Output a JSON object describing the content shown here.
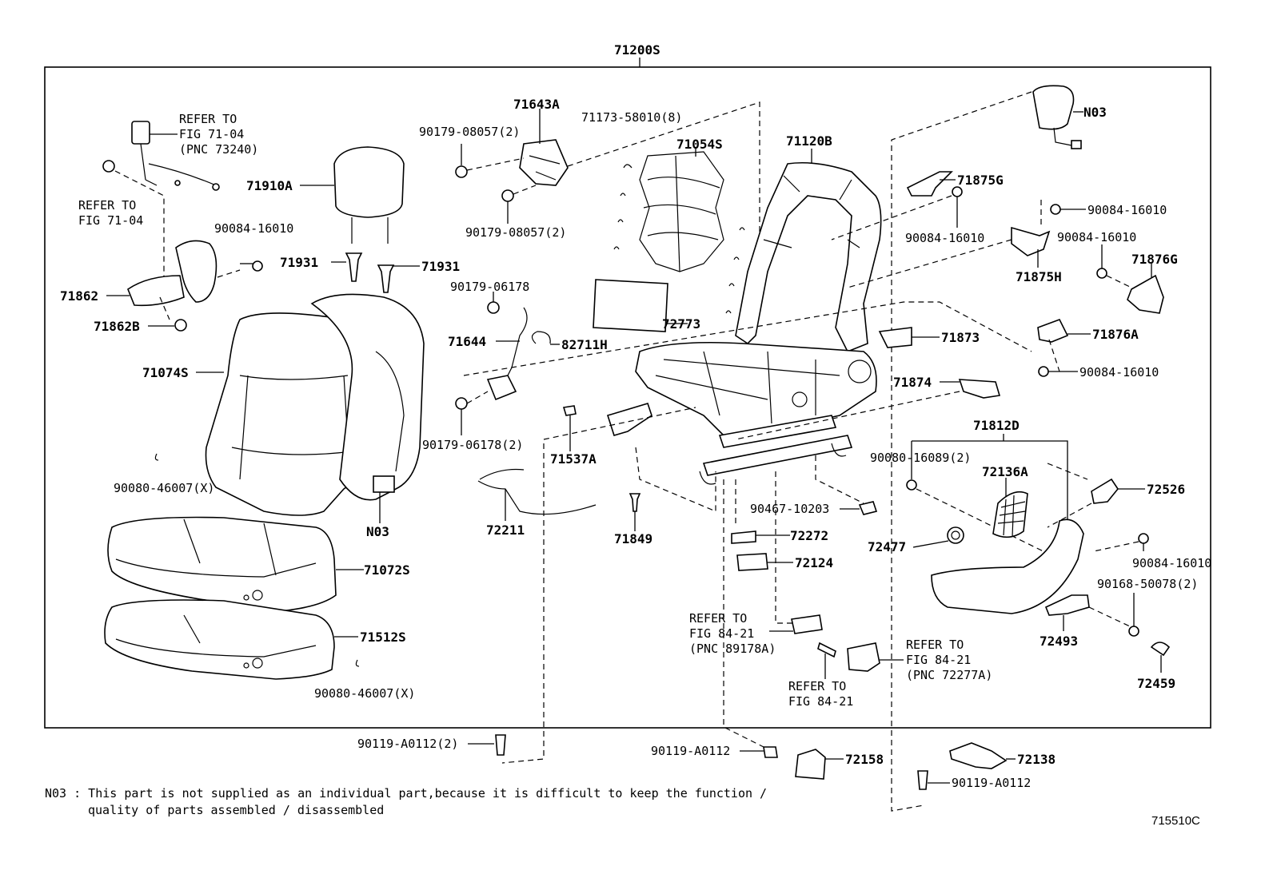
{
  "assembly_label": "71200S",
  "figure_code": "715510C",
  "labels": {
    "l71643A": "71643A",
    "l90179_08057_2a": "90179-08057(2)",
    "l90179_08057_2b": "90179-08057(2)",
    "l71173_58010": "71173-58010(8)",
    "l71054S": "71054S",
    "l71120B": "71120B",
    "lN03_top": "N03",
    "l71875G": "71875G",
    "l90084_16010_a": "90084-16010",
    "l90084_16010_b": "90084-16010",
    "l90084_16010_c": "90084-16010",
    "l90084_16010_d": "90084-16010",
    "l90084_16010_e": "90084-16010",
    "l90084_16010_f": "90084-16010",
    "l71875H": "71875H",
    "l71876G": "71876G",
    "l71876A": "71876A",
    "l71873": "71873",
    "l71874": "71874",
    "l71812D": "71812D",
    "l90080_16089": "90080-16089(2)",
    "l72136A": "72136A",
    "l72526": "72526",
    "l72477": "72477",
    "l90168_50078": "90168-50078(2)",
    "l72493": "72493",
    "l72459": "72459",
    "l71910A": "71910A",
    "l71931a": "71931",
    "l71931b": "71931",
    "l71862": "71862",
    "l71862B": "71862B",
    "l71074S": "71074S",
    "l90080_46007_a": "90080-46007(X)",
    "l90080_46007_b": "90080-46007(X)",
    "lN03_mid": "N03",
    "l71072S": "71072S",
    "l71512S": "71512S",
    "l90179_06178": "90179-06178",
    "l90179_06178_2": "90179-06178(2)",
    "l71644": "71644",
    "l82711H": "82711H",
    "l72773": "72773",
    "l71537A": "71537A",
    "l72211": "72211",
    "l71849": "71849",
    "l90467_10203": "90467-10203",
    "l72272": "72272",
    "l72124": "72124",
    "l90119_A0112_2": "90119-A0112(2)",
    "l90119_A0112_a": "90119-A0112",
    "l90119_A0112_b": "90119-A0112",
    "l72158": "72158",
    "l72138": "72138"
  },
  "refer_notes": {
    "belt": [
      "REFER TO",
      "FIG 71-04",
      "(PNC 73240)"
    ],
    "bracket": [
      "REFER TO",
      "FIG 71-04"
    ],
    "sensor": [
      "REFER TO",
      "FIG 84-21",
      "(PNC 89178A)"
    ],
    "screw": [
      "REFER TO",
      "FIG 84-21"
    ],
    "switch": [
      "REFER TO",
      "FIG 84-21",
      "(PNC 72277A)"
    ]
  },
  "footnote": {
    "line1": "N03 : This part is not supplied as an individual part,because it is difficult to keep the function /",
    "line2": "quality of parts assembled / disassembled"
  }
}
